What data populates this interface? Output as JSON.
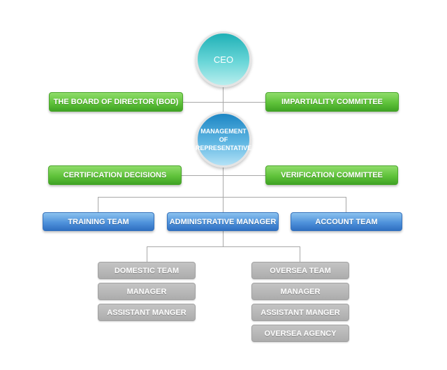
{
  "nodes": {
    "ceo": "CEO",
    "management_rep": "MANAGEMENT\nOF\nREPRESENTATIVE",
    "bod": "THE BOARD OF DIRECTOR (BOD)",
    "impartiality": "IMPARTIALITY COMMITTEE",
    "certification": "CERTIFICATION DECISIONS",
    "verification": "VERIFICATION COMMITTEE",
    "training": "TRAINING TEAM",
    "admin_manager": "ADMINISTRATIVE MANAGER",
    "account": "ACCOUNT TEAM",
    "domestic": {
      "team": "DOMESTIC TEAM",
      "manager": "MANAGER",
      "assistant": "ASSISTANT MANGER"
    },
    "oversea": {
      "team": "OVERSEA TEAM",
      "manager": "MANAGER",
      "assistant": "ASSISTANT MANGER",
      "agency": "OVERSEA AGENCY"
    }
  },
  "colors": {
    "green": "#5fc23a",
    "blue": "#4f92db",
    "gray": "#acacac",
    "ceo_teal": "#1fb0b6",
    "management_blue": "#1d86c4",
    "connector": "#a8a8a8"
  }
}
